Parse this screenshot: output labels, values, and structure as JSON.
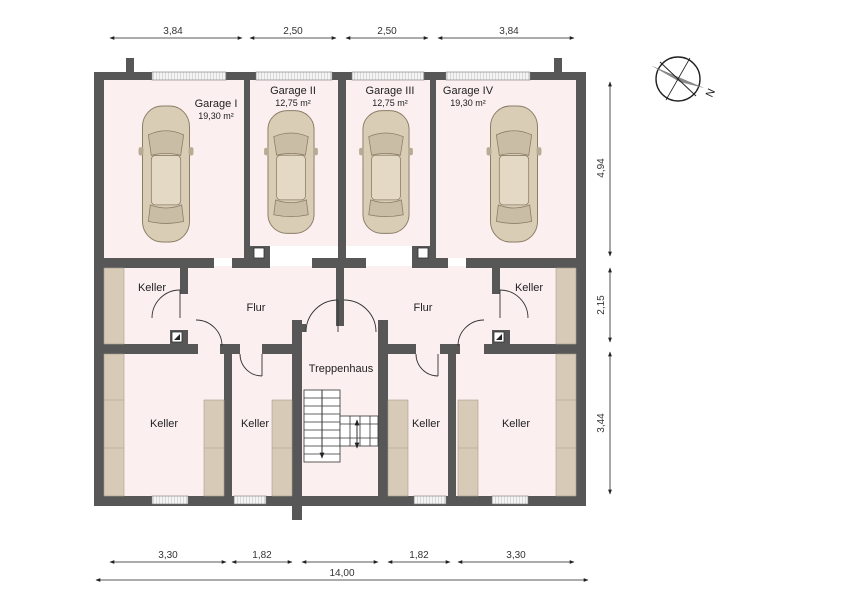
{
  "dimensions": {
    "top": [
      "3,84",
      "2,50",
      "2,50",
      "3,84"
    ],
    "bottom": [
      "3,30",
      "1,82",
      "1,82",
      "3,30"
    ],
    "total": "14,00",
    "right": [
      "4,94",
      "2,15",
      "3,44"
    ]
  },
  "garages": [
    {
      "name": "Garage I",
      "area": "19,30 m²"
    },
    {
      "name": "Garage II",
      "area": "12,75 m²"
    },
    {
      "name": "Garage III",
      "area": "12,75 m²"
    },
    {
      "name": "Garage IV",
      "area": "19,30 m²"
    }
  ],
  "rooms": {
    "keller_upper_left": "Keller",
    "flur_left": "Flur",
    "flur_right": "Flur",
    "keller_upper_right": "Keller",
    "keller_lower_1": "Keller",
    "keller_lower_2": "Keller",
    "treppenhaus": "Treppenhaus",
    "keller_lower_3": "Keller",
    "keller_lower_4": "Keller"
  },
  "compass": {
    "label": "N"
  },
  "colors": {
    "wall": "#575757",
    "floor": "#fbeff0",
    "shelf": "#d7cbb8",
    "car": "#d9cdb6"
  }
}
